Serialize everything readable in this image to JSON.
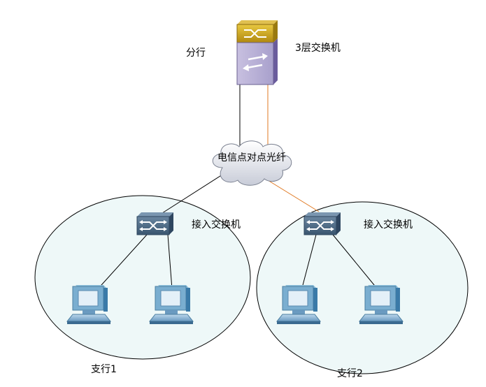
{
  "labels": {
    "branch": "分行",
    "l3_switch": "3层交换机",
    "cloud": "电信点对点光纤",
    "access_switch_left": "接入交换机",
    "access_switch_right": "接入交换机",
    "sub_branch_1": "支行1",
    "sub_branch_2": "支行2"
  },
  "colors": {
    "ellipse_fill": "#eef8f8",
    "link_black": "#000000",
    "link_orange": "#e07820",
    "switch_body": "#4a6680",
    "l3_top": "#c8a020",
    "l3_body": "#b8b0d8"
  },
  "icons": [
    "l3-switch-icon",
    "cloud-icon",
    "access-switch-icon",
    "computer-icon"
  ]
}
